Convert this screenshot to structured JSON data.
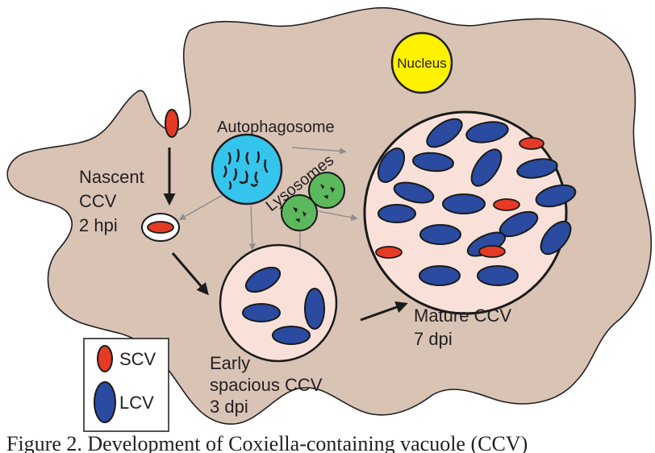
{
  "labels": {
    "nucleus": "Nucleus",
    "autophagosome": "Autophagosome",
    "lysosomes": "Lysosomes",
    "nascent": [
      "Nascent",
      "CCV",
      "2 hpi"
    ],
    "early": [
      "Early",
      "spacious CCV",
      "3 dpi"
    ],
    "mature": [
      "Mature CCV",
      "7 dpi"
    ]
  },
  "legend": {
    "scv": "SCV",
    "lcv": "LCV"
  },
  "colors": {
    "cell_fill": "#d9c3b5",
    "vacuole_fill": "#f9e1d9",
    "scv_red": "#e53a24",
    "lcv_blue": "#2a4ba0",
    "nucleus_yellow": "#fff200",
    "autophagosome_cyan": "#35c4ec",
    "lysosome_green": "#5cb85c",
    "arrow_gray": "#8d8d8d",
    "outline": "#1a1a1a"
  },
  "caption_fragment": "Figure 2. Development of Coxiella-containing vacuole (CCV)"
}
